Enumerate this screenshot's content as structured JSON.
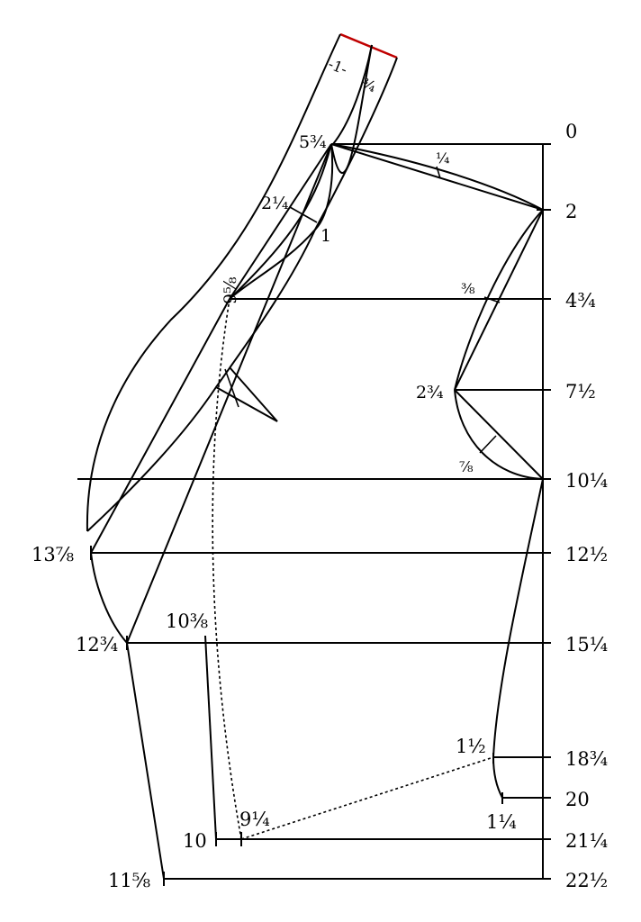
{
  "scale_labels": [
    "0",
    "2",
    "4¾",
    "7½",
    "10¼",
    "12½",
    "15¼",
    "18¾",
    "20",
    "21¼",
    "22½"
  ],
  "point_labels": {
    "collar_minus_one": "-1-",
    "collar_three_quarter": "¾",
    "neck_point": "5¾",
    "shoulder_quarter": "¼",
    "collar_two_quarter": "2¼",
    "collar_one": "1",
    "lapel_nine_five_eighths": "9⅝",
    "armhole_three_eighths": "⅜",
    "armhole_two_three_quarter": "2¾",
    "armhole_seven_eighths": "⅞",
    "front_thirteen_seven_eighths": "13⅞",
    "front_twelve_three_quarter": "12¾",
    "pocket_ten_three_eighths": "10⅜",
    "side_one_half": "1½",
    "side_one_quarter": "1¼",
    "hem_ten": "10",
    "hem_nine_quarter": "9¼",
    "hem_eleven_five_eighths": "11⅝"
  },
  "colors": {
    "line": "#000000",
    "highlight": "#c00000",
    "background": "#ffffff"
  }
}
